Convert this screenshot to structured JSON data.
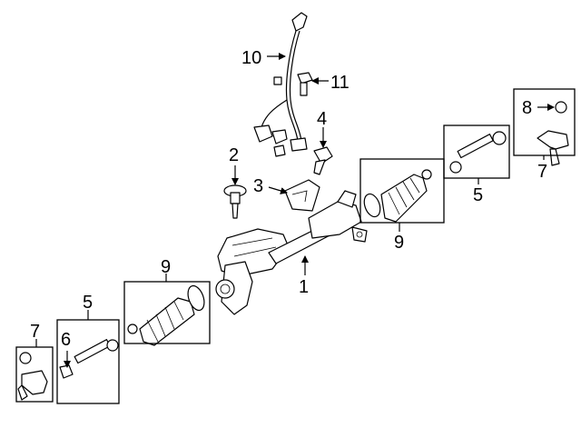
{
  "callouts": {
    "c1": "1",
    "c2": "2",
    "c3": "3",
    "c4": "4",
    "c5_left": "5",
    "c5_right": "5",
    "c6": "6",
    "c7_left": "7",
    "c7_right": "7",
    "c8": "8",
    "c9_left": "9",
    "c9_right": "9",
    "c10": "10",
    "c11": "11"
  }
}
